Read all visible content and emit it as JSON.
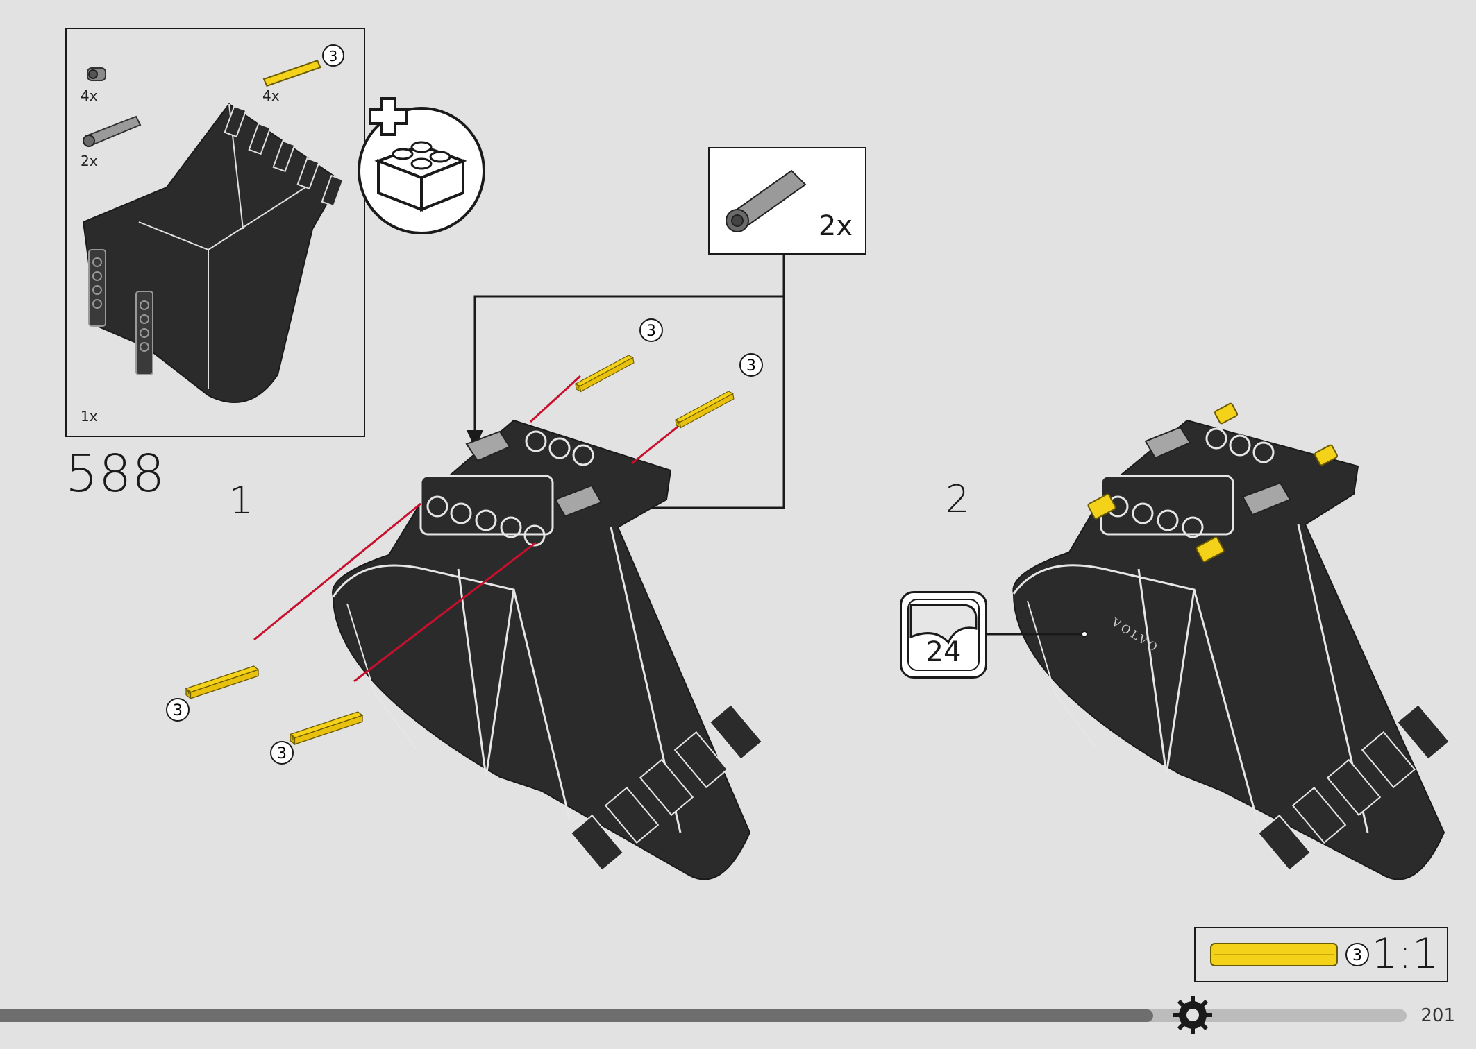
{
  "step": {
    "number": "588"
  },
  "parts_list": {
    "items": [
      {
        "icon": "bush-icon",
        "quantity": "4x",
        "color": "#7a7a7a"
      },
      {
        "icon": "yellow-axle-3-icon",
        "quantity": "4x",
        "length_label": "3",
        "color": "#f5d21a"
      },
      {
        "icon": "axle-connector-icon",
        "quantity": "2x",
        "color": "#8c8c8c"
      },
      {
        "icon": "excavator-bucket-icon",
        "quantity": "1x",
        "color": "#2b2b2b"
      }
    ]
  },
  "new_bricks_badge": {
    "icon": "plus-brick-icon"
  },
  "substeps": [
    {
      "label": "1"
    },
    {
      "label": "2"
    }
  ],
  "callout": {
    "quantity": "2x",
    "icon": "axle-connector-icon"
  },
  "axle_length_labels": [
    "3",
    "3",
    "3",
    "3"
  ],
  "sticker": {
    "number": "24"
  },
  "sticker_text": "VOLVO",
  "scale_reference": {
    "length_label": "3",
    "scale": "1:1"
  },
  "progress": {
    "fraction": 0.82
  },
  "page": {
    "number": "201"
  },
  "colors": {
    "axle_yellow": "#f5d21a",
    "arrow_red": "#c8102e",
    "bucket": "#2b2b2b"
  }
}
